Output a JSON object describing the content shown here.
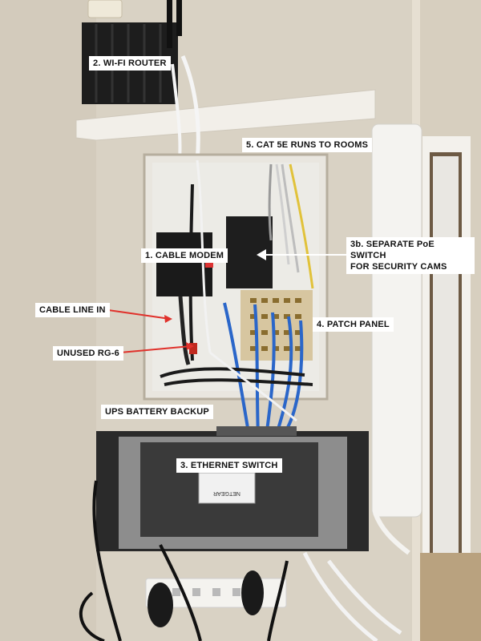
{
  "labels": {
    "router": "2. WI-FI ROUTER",
    "cat5e": "5. CAT 5E RUNS TO ROOMS",
    "modem": "1. CABLE MODEM",
    "poe_line1": "3b. SEPARATE PoE SWITCH",
    "poe_line2": "FOR SECURITY CAMS",
    "cable_in": "CABLE LINE IN",
    "patch_panel": "4. PATCH PANEL",
    "unused_rg6": "UNUSED RG-6",
    "ups": "UPS BATTERY BACKUP",
    "ethernet_switch": "3. ETHERNET SWITCH"
  },
  "device_text": {
    "switch_brand": "NETGEAR"
  },
  "colors": {
    "wall": "#d9d2c4",
    "wall_shadow": "#c9c1b1",
    "door_frame": "#f3f1ec",
    "door_panel": "#e9e7e2",
    "arrow_red": "#e0322c",
    "arrow_white": "#ffffff",
    "label_bg": "#ffffff",
    "label_text": "#111111",
    "cable_blue": "#2a66c9",
    "cable_yellow": "#e1c23a",
    "device_black": "#1c1c1c",
    "switch_gray": "#8d8d8d"
  }
}
